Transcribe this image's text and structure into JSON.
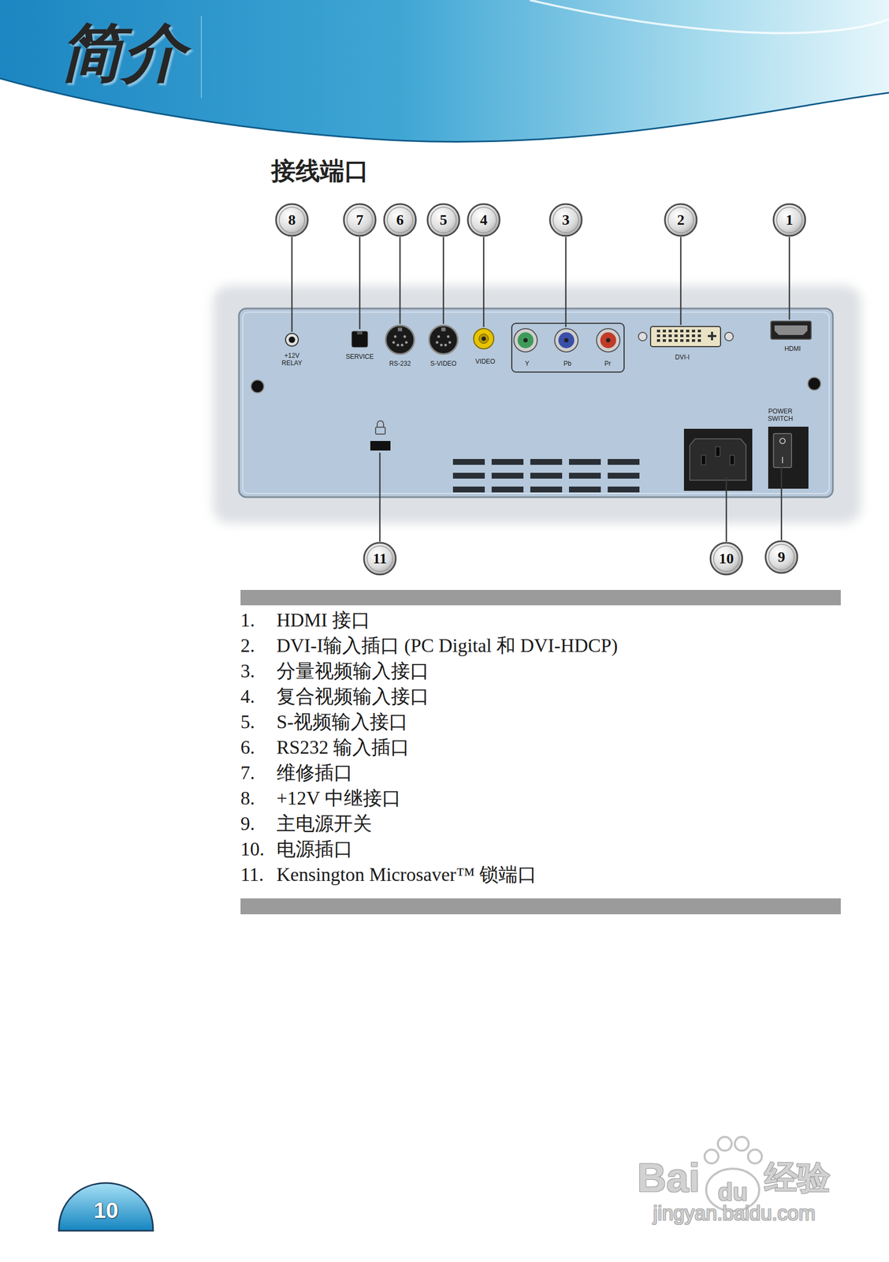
{
  "diagram": {
    "title": "简介",
    "labels": [
      "接线端口",
      "8",
      "7",
      "6",
      "5",
      "4",
      "3",
      "2",
      "1",
      "11",
      "10",
      "9",
      "+12V RELAY",
      "SERVICE",
      "RS-232",
      "S-VIDEO",
      "VIDEO",
      "Y",
      "Pb",
      "Pr",
      "DVI-I",
      "HDMI",
      "POWER SWITCH",
      "1.",
      "HDMI 接口",
      "2.",
      "DVI-I输入插口 (PC Digital 和 DVI-HDCP)",
      "3.",
      "分量视频输入接口",
      "4.",
      "复合视频输入接口",
      "5.",
      "S-视频输入接口",
      "6.",
      "RS232 输入插口",
      "7.",
      "维修插口",
      "8.",
      "+12V 中继接口",
      "9.",
      "主电源开关",
      "10.",
      "电源插口",
      "11.",
      "Kensington Microsaver™ 锁端口",
      "10",
      "Bai",
      "du",
      "经验",
      "jingyan.baidu.com"
    ]
  }
}
